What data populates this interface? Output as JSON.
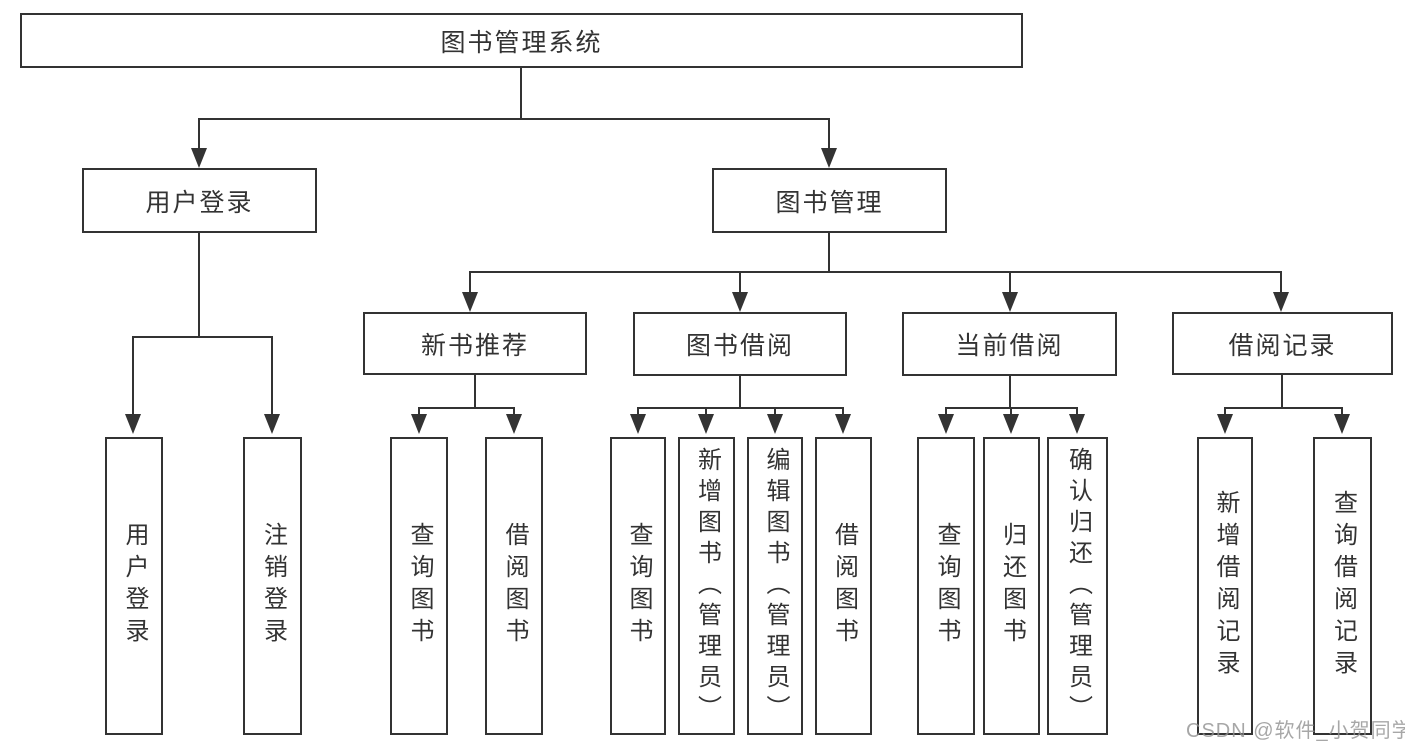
{
  "colors": {
    "line": "#333333",
    "box_background": "#ffffff",
    "text": "#333333",
    "watermark": "#919191"
  },
  "watermark": {
    "text": "CSDN @软件_小贺同学"
  },
  "tree": {
    "label": "图书管理系统",
    "children": [
      {
        "label": "用户登录",
        "children": [
          {
            "label": "用户登录"
          },
          {
            "label": "注销登录"
          }
        ]
      },
      {
        "label": "图书管理",
        "children": [
          {
            "label": "新书推荐",
            "children": [
              {
                "label": "查询图书"
              },
              {
                "label": "借阅图书"
              }
            ]
          },
          {
            "label": "图书借阅",
            "children": [
              {
                "label": "查询图书"
              },
              {
                "label": "新增图书（管理员）"
              },
              {
                "label": "编辑图书（管理员）"
              },
              {
                "label": "借阅图书"
              }
            ]
          },
          {
            "label": "当前借阅",
            "children": [
              {
                "label": "查询图书"
              },
              {
                "label": "归还图书"
              },
              {
                "label": "确认归还（管理员）"
              }
            ]
          },
          {
            "label": "借阅记录",
            "children": [
              {
                "label": "新增借阅记录"
              },
              {
                "label": "查询借阅记录"
              }
            ]
          }
        ]
      }
    ]
  }
}
